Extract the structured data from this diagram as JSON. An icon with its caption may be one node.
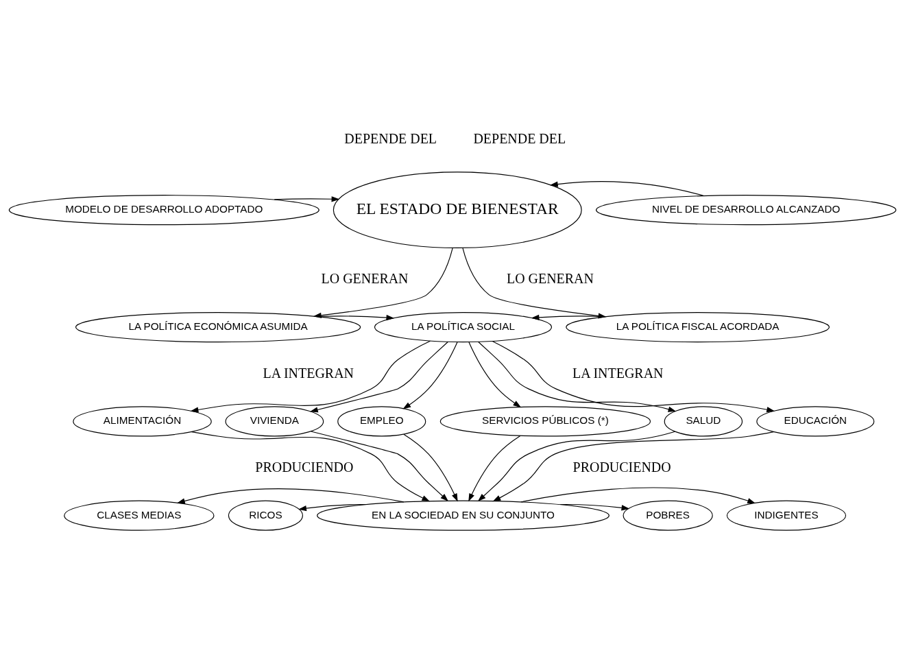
{
  "diagram": {
    "nodes": [
      {
        "text": [
          "MODELO DE DESARROLLO ADOPTADO"
        ]
      },
      {
        "text": [
          "EL ESTADO DE BIENESTAR"
        ]
      },
      {
        "text": [
          "NIVEL DE DESARROLLO ALCANZADO"
        ]
      },
      {
        "text": [
          "LA POLÍTICA ECONÓMICA ASUMIDA"
        ]
      },
      {
        "text": [
          "LA POLÍTICA SOCIAL"
        ]
      },
      {
        "text": [
          "LA POLÍTICA FISCAL ACORDADA"
        ]
      },
      {
        "text": [
          "ALIMENTACIÓN"
        ]
      },
      {
        "text": [
          "VIVIENDA"
        ]
      },
      {
        "text": [
          "EMPLEO"
        ]
      },
      {
        "text": [
          "SERVICIOS PÚBLICOS (*)"
        ]
      },
      {
        "text": [
          "SALUD"
        ]
      },
      {
        "text": [
          "EDUCACIÓN"
        ]
      },
      {
        "text": [
          "CLASES MEDIAS"
        ]
      },
      {
        "text": [
          "RICOS"
        ]
      },
      {
        "text": [
          "EN LA SOCIEDAD EN SU CONJUNTO"
        ]
      },
      {
        "text": [
          "POBRES"
        ]
      },
      {
        "text": [
          "INDIGENTES"
        ]
      }
    ],
    "edges": [
      {
        "from": 0,
        "to": 1,
        "arrow": "to"
      },
      {
        "from": 2,
        "to": 1,
        "arrow": "to"
      },
      {
        "from": 1,
        "to": 3,
        "arrow": "to"
      },
      {
        "from": 1,
        "to": 5,
        "arrow": "to"
      },
      {
        "from": 3,
        "to": 4,
        "arrow": "to"
      },
      {
        "from": 5,
        "to": 4,
        "arrow": "to"
      },
      {
        "from": 4,
        "to": 6,
        "arrow": "to"
      },
      {
        "from": 4,
        "to": 7,
        "arrow": "to"
      },
      {
        "from": 4,
        "to": 8,
        "arrow": "to"
      },
      {
        "from": 4,
        "to": 9,
        "arrow": "to"
      },
      {
        "from": 4,
        "to": 10,
        "arrow": "to"
      },
      {
        "from": 4,
        "to": 11,
        "arrow": "to"
      },
      {
        "from": 6,
        "to": 14,
        "arrow": "to"
      },
      {
        "from": 7,
        "to": 14,
        "arrow": "to"
      },
      {
        "from": 8,
        "to": 14,
        "arrow": "to"
      },
      {
        "from": 9,
        "to": 14,
        "arrow": "to"
      },
      {
        "from": 10,
        "to": 14,
        "arrow": "to"
      },
      {
        "from": 11,
        "to": 14,
        "arrow": "to"
      },
      {
        "from": 14,
        "to": 12,
        "arrow": "to"
      },
      {
        "from": 14,
        "to": 13,
        "arrow": "to"
      },
      {
        "from": 14,
        "to": 15,
        "arrow": "to"
      },
      {
        "from": 14,
        "to": 16,
        "arrow": "to"
      }
    ],
    "labels": [
      "DEPENDE DEL",
      "DEPENDE DEL",
      "LO GENERAN",
      "LO GENERAN",
      "LA INTEGRAN",
      "LA INTEGRAN",
      "PRODUCIENDO",
      "PRODUCIENDO"
    ]
  }
}
